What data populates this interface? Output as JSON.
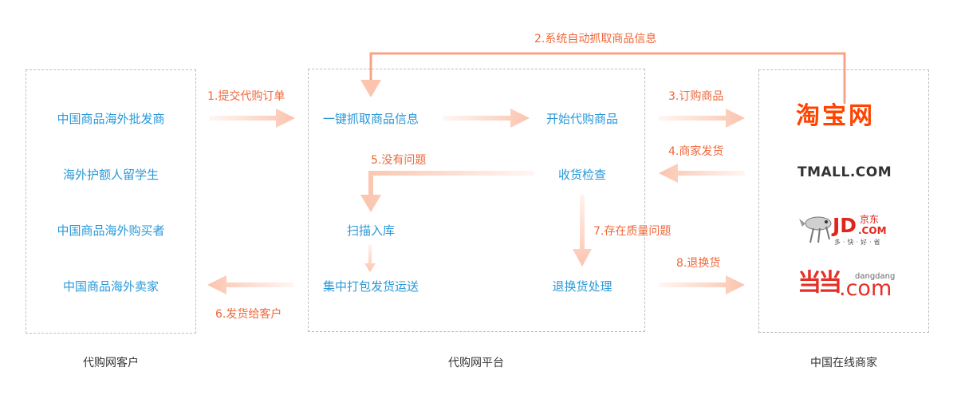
{
  "columns": {
    "customers": {
      "caption": "代购网客户",
      "items": [
        "中国商品海外批发商",
        "海外护额人留学生",
        "中国商品海外购买者",
        "中国商品海外卖家"
      ]
    },
    "platform": {
      "caption": "代购网平台",
      "items": [
        "一键抓取商品信息",
        "开始代购商品",
        "收货检查",
        "扫描入库",
        "集中打包发货运送",
        "退换货处理"
      ]
    },
    "merchants": {
      "caption": "中国在线商家",
      "logos": {
        "taobao": "淘宝网",
        "tmall": "TMALL.COM",
        "jd": {
          "main": "JD",
          "cn": "京东",
          "com": ".COM",
          "slogan": "多·快·好·省"
        },
        "dangdang": {
          "mark": "当当",
          "small": "dangdang",
          "com": ".com"
        }
      }
    }
  },
  "steps": {
    "s1": "1.提交代购订单",
    "s2": "2.系统自动抓取商品信息",
    "s3": "3.订购商品",
    "s4": "4.商家发货",
    "s5": "5.没有问题",
    "s6": "6.发货给客户",
    "s7": "7.存在质量问题",
    "s8": "8.退换货"
  },
  "colors": {
    "item_text": "#2a98d8",
    "step_text": "#f0673a",
    "arrow": "#fbc4ae",
    "arrow_line": "#f7a386",
    "dashed_border": "#bdbdbd"
  }
}
